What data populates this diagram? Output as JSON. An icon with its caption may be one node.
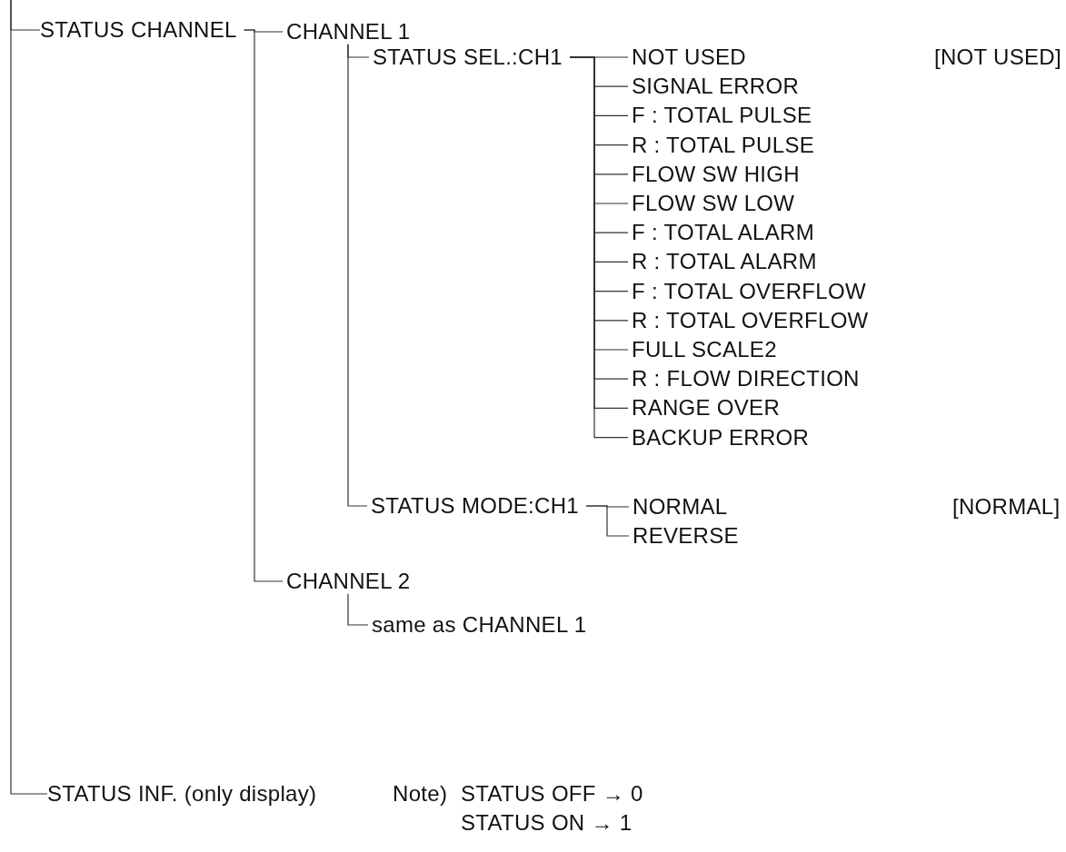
{
  "diagram": {
    "nodes": [
      {
        "text": [
          "STATUS CHANNEL"
        ]
      },
      {
        "text": [
          "CHANNEL 1"
        ]
      },
      {
        "text": [
          "STATUS SEL.:CH1"
        ]
      },
      {
        "text": [
          "NOT USED"
        ]
      },
      {
        "text": [
          "SIGNAL ERROR"
        ]
      },
      {
        "text": [
          "F : TOTAL PULSE"
        ]
      },
      {
        "text": [
          "R : TOTAL PULSE"
        ]
      },
      {
        "text": [
          "FLOW SW HIGH"
        ]
      },
      {
        "text": [
          "FLOW SW LOW"
        ]
      },
      {
        "text": [
          "F : TOTAL ALARM"
        ]
      },
      {
        "text": [
          "R : TOTAL ALARM"
        ]
      },
      {
        "text": [
          "F : TOTAL OVERFLOW"
        ]
      },
      {
        "text": [
          "R : TOTAL OVERFLOW"
        ]
      },
      {
        "text": [
          "FULL SCALE2"
        ]
      },
      {
        "text": [
          "R : FLOW DIRECTION"
        ]
      },
      {
        "text": [
          "RANGE OVER"
        ]
      },
      {
        "text": [
          "BACKUP ERROR"
        ]
      },
      {
        "text": [
          "STATUS MODE:CH1"
        ]
      },
      {
        "text": [
          "NORMAL"
        ]
      },
      {
        "text": [
          "REVERSE"
        ]
      },
      {
        "text": [
          "CHANNEL 2"
        ]
      },
      {
        "text": [
          "same as CHANNEL 1"
        ]
      },
      {
        "text": [
          "STATUS INF. (only display)"
        ]
      }
    ],
    "edges": [
      {
        "from": null,
        "to": 0,
        "arrow": "none"
      },
      {
        "from": 0,
        "to": 1,
        "arrow": "none"
      },
      {
        "from": 1,
        "to": 2,
        "arrow": "none"
      },
      {
        "from": 2,
        "to": 3,
        "arrow": "none"
      },
      {
        "from": 2,
        "to": 4,
        "arrow": "none"
      },
      {
        "from": 2,
        "to": 5,
        "arrow": "none"
      },
      {
        "from": 2,
        "to": 6,
        "arrow": "none"
      },
      {
        "from": 2,
        "to": 7,
        "arrow": "none"
      },
      {
        "from": 2,
        "to": 8,
        "arrow": "none"
      },
      {
        "from": 2,
        "to": 9,
        "arrow": "none"
      },
      {
        "from": 2,
        "to": 10,
        "arrow": "none"
      },
      {
        "from": 2,
        "to": 11,
        "arrow": "none"
      },
      {
        "from": 2,
        "to": 12,
        "arrow": "none"
      },
      {
        "from": 2,
        "to": 13,
        "arrow": "none"
      },
      {
        "from": 2,
        "to": 14,
        "arrow": "none"
      },
      {
        "from": 2,
        "to": 15,
        "arrow": "none"
      },
      {
        "from": 2,
        "to": 16,
        "arrow": "none"
      },
      {
        "from": 1,
        "to": 17,
        "arrow": "none"
      },
      {
        "from": 17,
        "to": 18,
        "arrow": "none"
      },
      {
        "from": 17,
        "to": 19,
        "arrow": "none"
      },
      {
        "from": 0,
        "to": 20,
        "arrow": "none"
      },
      {
        "from": 20,
        "to": 21,
        "arrow": "none"
      },
      {
        "from": null,
        "to": 22,
        "arrow": "none"
      }
    ],
    "labels": [
      "[NOT USED]",
      "[NORMAL]",
      "Note)",
      "STATUS OFF → 0",
      "STATUS ON → 1"
    ]
  }
}
